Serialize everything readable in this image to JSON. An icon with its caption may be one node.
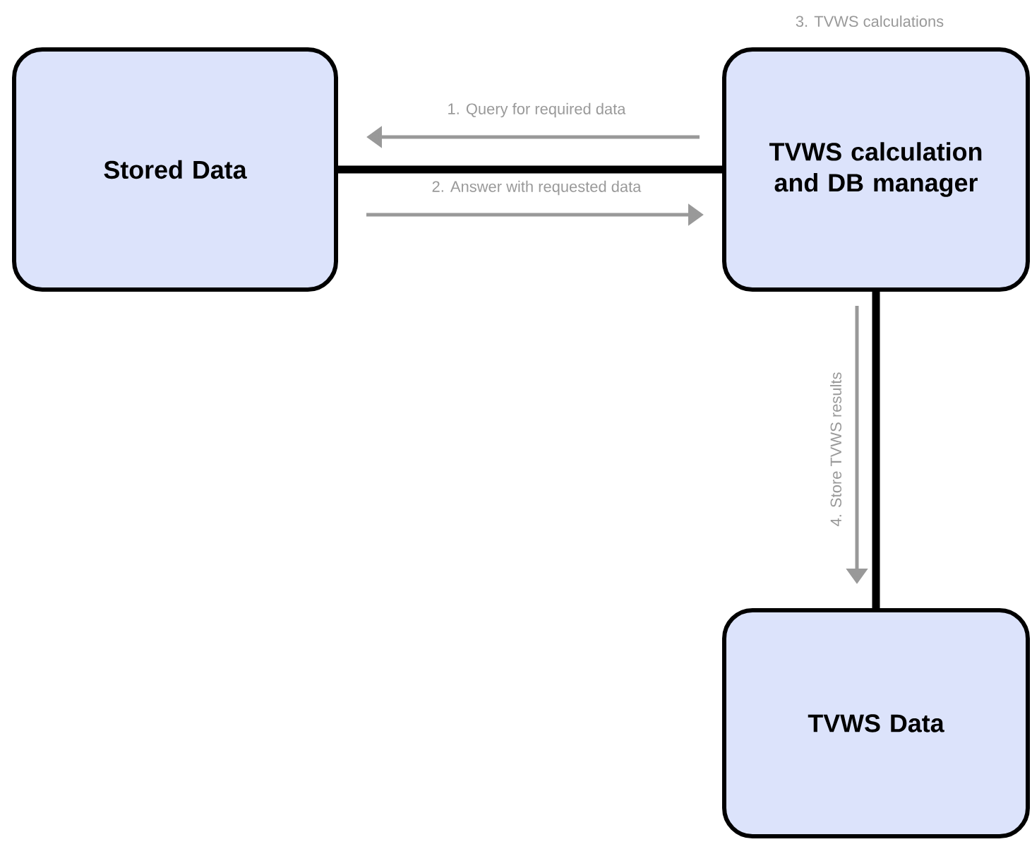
{
  "diagram": {
    "nodes": [
      {
        "text": [
          "Stored Data"
        ]
      },
      {
        "text": [
          "TVWS calculation and DB manager"
        ],
        "beside": [
          "3. TVWS calculations"
        ]
      },
      {
        "text": [
          "TVWS Data"
        ]
      }
    ],
    "edges": [
      {
        "from": 0,
        "to": 1,
        "arrow": "none",
        "style": "thick",
        "color": "#000000"
      },
      {
        "from": 1,
        "to": 2,
        "arrow": "none",
        "style": "thick",
        "color": "#000000"
      },
      {
        "from": 1,
        "to": 0,
        "arrow": "to",
        "label": "1. Query for required data"
      },
      {
        "from": 0,
        "to": 1,
        "arrow": "to",
        "label": "2. Answer with requested data"
      },
      {
        "from": 1,
        "to": 2,
        "arrow": "to",
        "label": "4. Store TVWS results"
      }
    ]
  }
}
